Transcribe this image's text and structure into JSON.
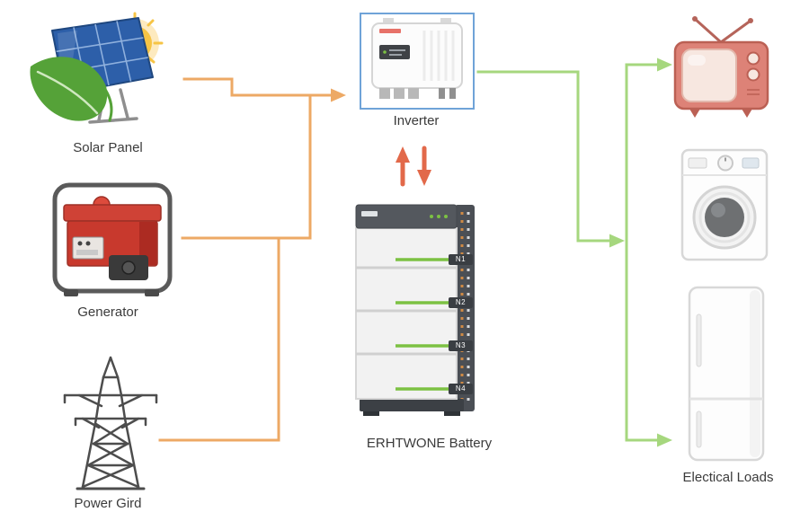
{
  "labels": {
    "solar_panel": "Solar Panel",
    "generator": "Generator",
    "power_grid": "Power Gird",
    "inverter": "Inverter",
    "battery": "ERHTWONE Battery",
    "electrical_loads": "Electical Loads"
  },
  "battery": {
    "modules": [
      "N1",
      "N2",
      "N3",
      "N4"
    ]
  },
  "colors": {
    "source_wire": "#eda965",
    "load_wire": "#a6d77e",
    "exchange_arrow": "#e2694a",
    "inverter_highlight": "#6fa3d8",
    "battery_led": "#7cc143",
    "panel_blue": "#2d5fa9",
    "generator_red": "#c8392d",
    "tv_red": "#dd8277"
  }
}
